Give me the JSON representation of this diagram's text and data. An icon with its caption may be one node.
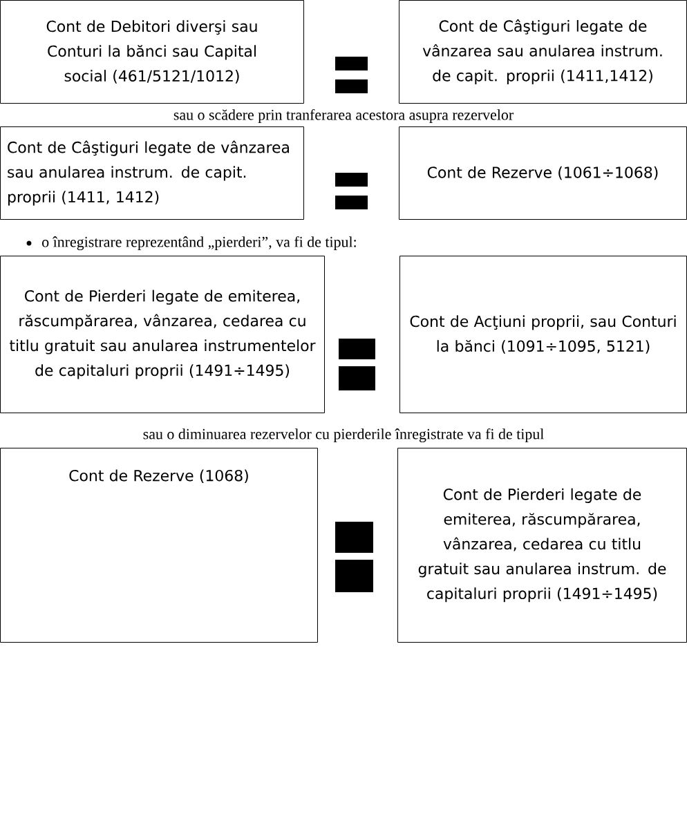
{
  "diagram": {
    "nodes": [
      {
        "text": [
          "Cont de Debitori diverşi sau Conturi la bănci sau Capital social (461/5121/1012)"
        ]
      },
      {
        "text": [
          "Cont de Câştiguri legate de vânzarea sau anularea instrum. de capit. proprii (1411,1412)"
        ]
      },
      {
        "text": [
          "Cont de Câştiguri legate de vânzarea sau anularea instrum. de capit. proprii (1411, 1412)"
        ]
      },
      {
        "text": [
          "Cont de Rezerve (1061÷1068)"
        ]
      },
      {
        "text": [
          "Cont de Pierderi legate de emiterea, răscumpărarea, vânzarea, cedarea cu titlu gratuit sau anularea instrumentelor de capitaluri proprii (1491÷1495)"
        ]
      },
      {
        "text": [
          "Cont de Acţiuni proprii, sau Conturi la bănci (1091÷1095, 5121)"
        ]
      },
      {
        "text": [
          "Cont de Rezerve (1068)"
        ]
      },
      {
        "text": [
          "Cont de Pierderi legate de emiterea, răscumpărarea, vânzarea, cedarea cu titlu gratuit sau anularea instrum. de capitaluri proprii (1491÷1495)"
        ]
      }
    ],
    "labels": [
      "sau o scădere prin tranferarea acestora asupra rezervelor",
      "o înregistrare reprezentând „pierderi”, va fi de tipul:",
      "sau o diminuarea rezervelor cu pierderile înregistrate va fi de tipul"
    ]
  }
}
